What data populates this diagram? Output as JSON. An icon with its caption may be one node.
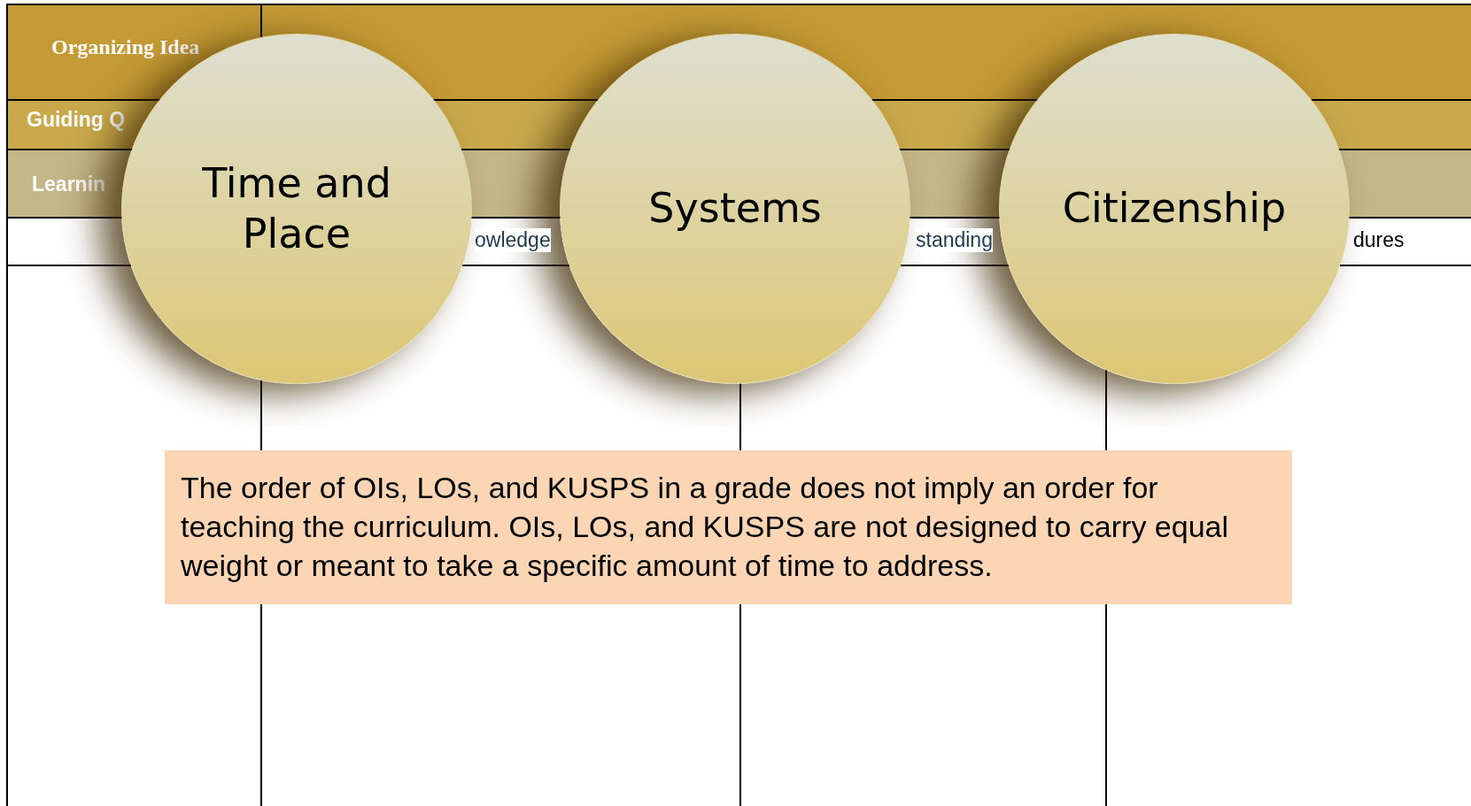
{
  "diagram": {
    "nodes": [
      {
        "text": [
          "Time and Place"
        ]
      },
      {
        "text": [
          "Systems"
        ]
      },
      {
        "text": [
          "Citizenship"
        ]
      },
      {
        "text": [
          "The order of OIs, LOs, and KUSPS in a grade does not imply an order for teaching the curriculum. OIs, LOs, and KUSPS are not designed to carry equal weight or meant to take a specific amount of time to address."
        ]
      }
    ],
    "edges": [],
    "labels": [
      "Organizing Idea",
      "Guiding Q",
      "Learnin",
      "owledge",
      "standing",
      "dures"
    ]
  }
}
